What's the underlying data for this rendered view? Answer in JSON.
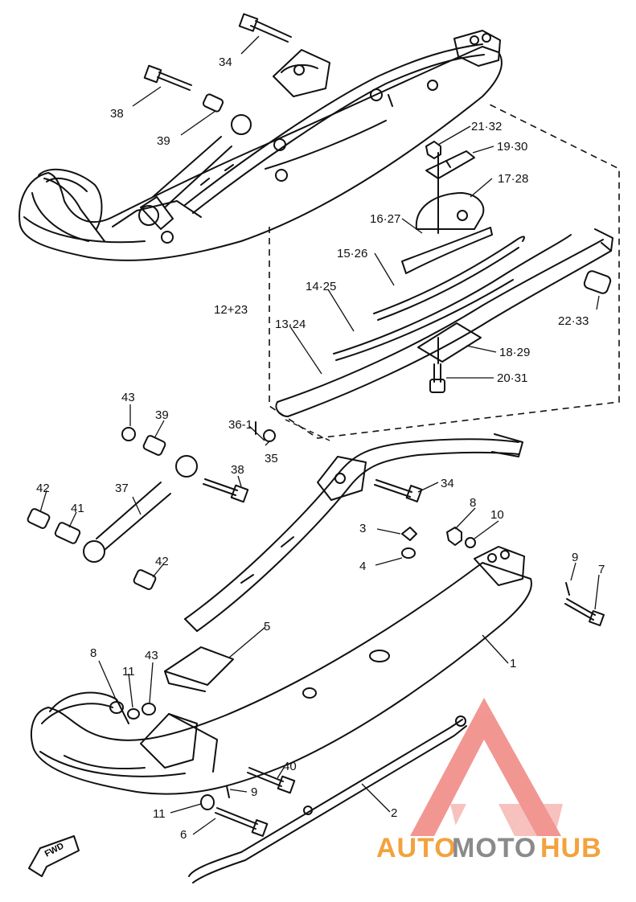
{
  "callouts": {
    "c34_top": "34",
    "c38_top": "38",
    "c39_top": "39",
    "c21_32": "21·32",
    "c19_30": "19·30",
    "c17_28": "17·28",
    "c16_27": "16·27",
    "c15_26": "15·26",
    "c14_25": "14·25",
    "c12_23": "12+23",
    "c13_24": "13·24",
    "c22_33": "22·33",
    "c18_29": "18·29",
    "c20_31": "20·31",
    "c43_mid": "43",
    "c39_mid": "39",
    "c36_1": "36-1",
    "c35": "35",
    "c42_left": "42",
    "c41": "41",
    "c37": "37",
    "c38_mid": "38",
    "c34_mid": "34",
    "c8_right": "8",
    "c10": "10",
    "c3": "3",
    "c4": "4",
    "c9_right": "9",
    "c7": "7",
    "c42_mid": "42",
    "c5": "5",
    "c1": "1",
    "c8_left": "8",
    "c43_low": "43",
    "c11_upper": "11",
    "c40": "40",
    "c9_low": "9",
    "c11_lower": "11",
    "c2": "2",
    "c6": "6"
  },
  "fwd_marker": "FWD",
  "watermark": {
    "part1": "AUTO",
    "part2": "MOTO",
    "part3": "HUB",
    "colors": {
      "orange": "#f3a23d",
      "gray": "#8a8a8a",
      "red": "#e8423a"
    }
  }
}
